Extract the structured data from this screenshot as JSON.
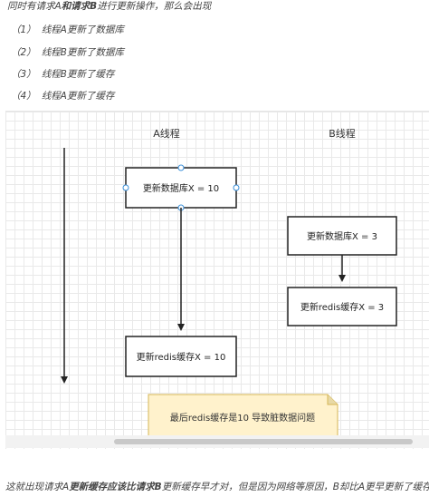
{
  "intro": {
    "prefix": "同时有请求A",
    "bold": "和请求B",
    "suffix": "进行更新操作，那么会出现"
  },
  "steps": [
    {
      "num": "（1）",
      "text": "线程A更新了数据库"
    },
    {
      "num": "（2）",
      "text": "线程B更新了数据库"
    },
    {
      "num": "（3）",
      "text": "线程B更新了缓存"
    },
    {
      "num": "（4）",
      "text": "线程A更新了缓存"
    }
  ],
  "diagram": {
    "thread_a_label": "A线程",
    "thread_b_label": "B线程",
    "a_step1": "更新数据库X = 10",
    "a_step2": "更新redis缓存X = 10",
    "b_step1": "更新数据库X = 3",
    "b_step2": "更新redis缓存X = 3",
    "note": "最后redis缓存是10 导致脏数据问题"
  },
  "colors": {
    "note_fill": "#fff2cc",
    "note_stroke": "#d6b656",
    "selection": "#3a8fd9"
  },
  "conclusion": {
    "prefix": "这就出现请求A",
    "bold": "更新缓存应该比请求B",
    "suffix": "更新缓存早才对，但是因为网络等原因，B却比A更早更新了缓存。"
  }
}
